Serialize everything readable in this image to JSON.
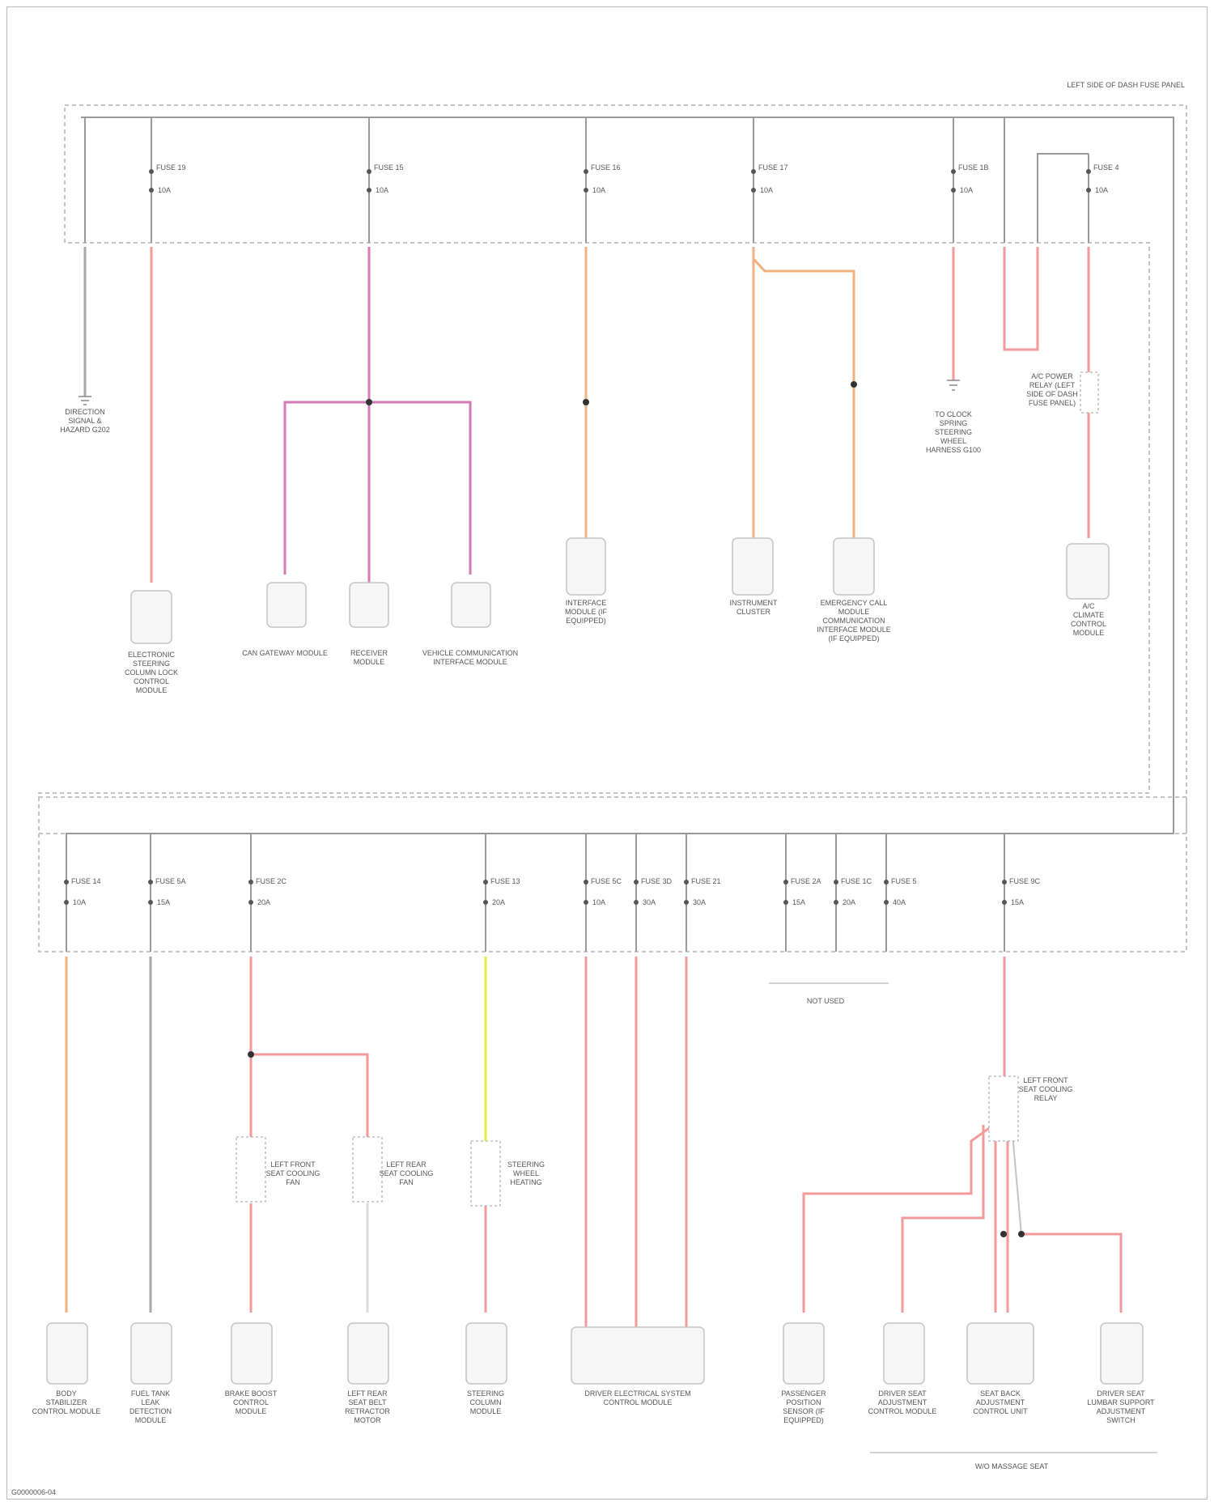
{
  "title": "LEFT SIDE OF DASH FUSE PANEL",
  "figure_id": "G0000006-04",
  "colors": {
    "red": "#f29a9a",
    "pink": "#d57ab3",
    "orange": "#f0b07f",
    "gray": "#a9a9a9",
    "yellow": "#e2ef3e",
    "white": "#dcdcdc",
    "line": "#c4c4c4"
  },
  "fuses_top": [
    {
      "name": "FUSE 19",
      "amps": "10A"
    },
    {
      "name": "FUSE 15",
      "amps": "10A"
    },
    {
      "name": "FUSE 16",
      "amps": "10A"
    },
    {
      "name": "FUSE 17",
      "amps": "10A"
    },
    {
      "name": "FUSE 1B",
      "amps": "10A"
    },
    {
      "name": "FUSE 4",
      "amps": "10A"
    }
  ],
  "fuses_bottom": [
    {
      "name": "FUSE 14",
      "amps": "10A"
    },
    {
      "name": "FUSE 5A",
      "amps": "15A"
    },
    {
      "name": "FUSE 2C",
      "amps": "20A"
    },
    {
      "name": "FUSE 13",
      "amps": "20A"
    },
    {
      "name": "FUSE 5C",
      "amps": "10A"
    },
    {
      "name": "FUSE 3D",
      "amps": "30A"
    },
    {
      "name": "FUSE 21",
      "amps": "30A"
    },
    {
      "name": "FUSE 2A",
      "amps": "15A"
    },
    {
      "name": "FUSE 1C",
      "amps": "20A"
    },
    {
      "name": "FUSE 5",
      "amps": "40A"
    },
    {
      "name": "FUSE 9C",
      "amps": "15A"
    }
  ],
  "components_top": [
    {
      "label": "DIRECTION SIGNAL & HAZARD G202"
    },
    {
      "label": "ELECTRONIC STEERING COLUMN LOCK CONTROL MODULE"
    },
    {
      "label": "CAN GATEWAY MODULE"
    },
    {
      "label": "RECEIVER MODULE"
    },
    {
      "label": "VEHICLE COMMUNICATION INTERFACE MODULE"
    },
    {
      "label": "INTERFACE MODULE (IF EQUIPPED)"
    },
    {
      "label": "INSTRUMENT CLUSTER"
    },
    {
      "label": "EMERGENCY CALL MODULE COMMUNICATION INTERFACE MODULE (IF EQUIPPED)"
    },
    {
      "label": "TO CLOCK SPRING STEERING WHEEL HARNESS G100"
    },
    {
      "label": "A/C POWER RELAY (LEFT SIDE OF DASH FUSE PANEL)"
    },
    {
      "label": "A/C CLIMATE CONTROL MODULE"
    }
  ],
  "components_bottom": [
    {
      "label": "BODY STABILIZER CONTROL MODULE"
    },
    {
      "label": "FUEL TANK LEAK DETECTION MODULE"
    },
    {
      "label": "BRAKE BOOST CONTROL MODULE"
    },
    {
      "label": "LEFT REAR SEAT BELT RETRACTOR MOTOR"
    },
    {
      "label": "STEERING COLUMN MODULE"
    },
    {
      "label": "DRIVER ELECTRICAL SYSTEM CONTROL MODULE"
    },
    {
      "label": "PASSENGER POSITION SENSOR (IF EQUIPPED)"
    },
    {
      "label": "DRIVER SEAT ADJUSTMENT CONTROL MODULE"
    },
    {
      "label": "SEAT BACK ADJUSTMENT CONTROL UNIT"
    },
    {
      "label": "DRIVER SEAT LUMBAR SUPPORT ADJUSTMENT SWITCH"
    }
  ],
  "relays_bottom": [
    {
      "label": "LEFT FRONT SEAT COOLING FAN"
    },
    {
      "label": "LEFT REAR SEAT COOLING FAN"
    },
    {
      "label": "STEERING WHEEL HEATING"
    },
    {
      "label": "LEFT FRONT SEAT COOLING RELAY"
    }
  ],
  "group_labels": {
    "not_used": "NOT USED",
    "seat": "W/O MASSAGE SEAT"
  }
}
